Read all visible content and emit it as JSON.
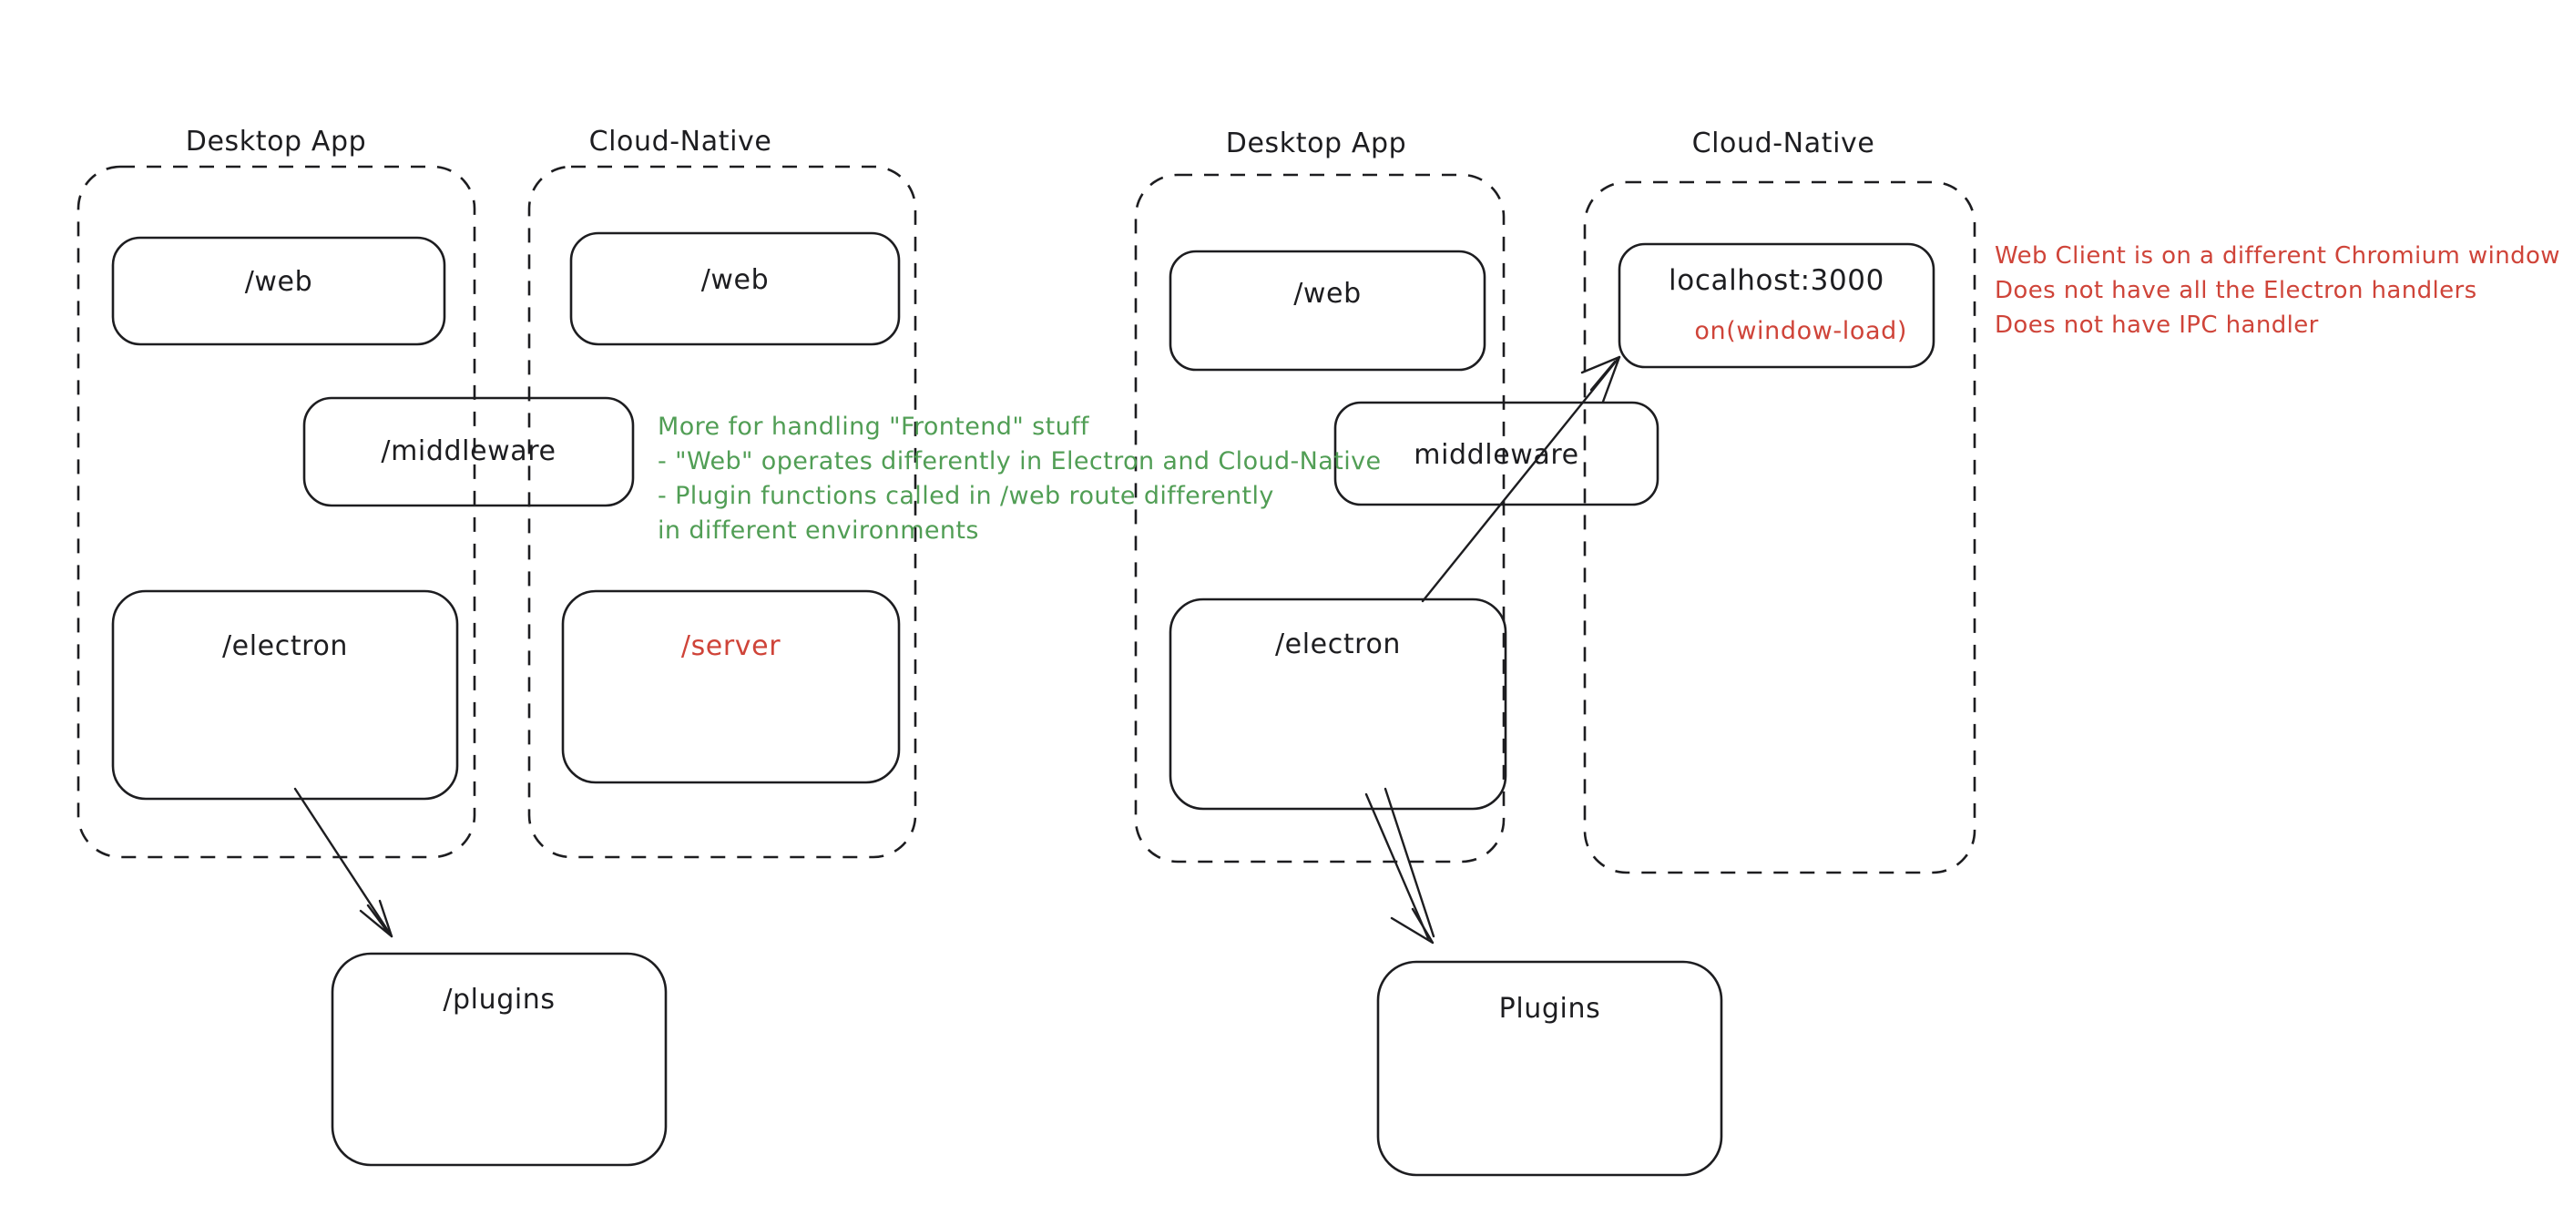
{
  "colors": {
    "ink": "#1d1d20",
    "green": "#519e55",
    "red": "#cf4439",
    "background": "#ffffff"
  },
  "left_diagram": {
    "desktop_container_label": "Desktop App",
    "cloud_container_label": "Cloud-Native",
    "web_desktop": "/web",
    "web_cloud": "/web",
    "middleware": "/middleware",
    "electron": "/electron",
    "server": "/server",
    "plugins": "/plugins"
  },
  "right_diagram": {
    "desktop_container_label": "Desktop App",
    "cloud_container_label": "Cloud-Native",
    "web": "/web",
    "localhost": "localhost:3000",
    "window_load": "on(window-load)",
    "middleware": "middleware",
    "electron": "/electron",
    "plugins": "Plugins"
  },
  "notes": {
    "green_note": {
      "lines": [
        "More for handling \"Frontend\" stuff",
        "- \"Web\" operates differently in Electron and Cloud-Native",
        "- Plugin functions called in /web route differently",
        "in different environments"
      ]
    },
    "red_note": {
      "lines": [
        "Web Client is on a different Chromium window",
        "Does not have all the Electron handlers",
        "Does not have IPC handler"
      ]
    }
  }
}
